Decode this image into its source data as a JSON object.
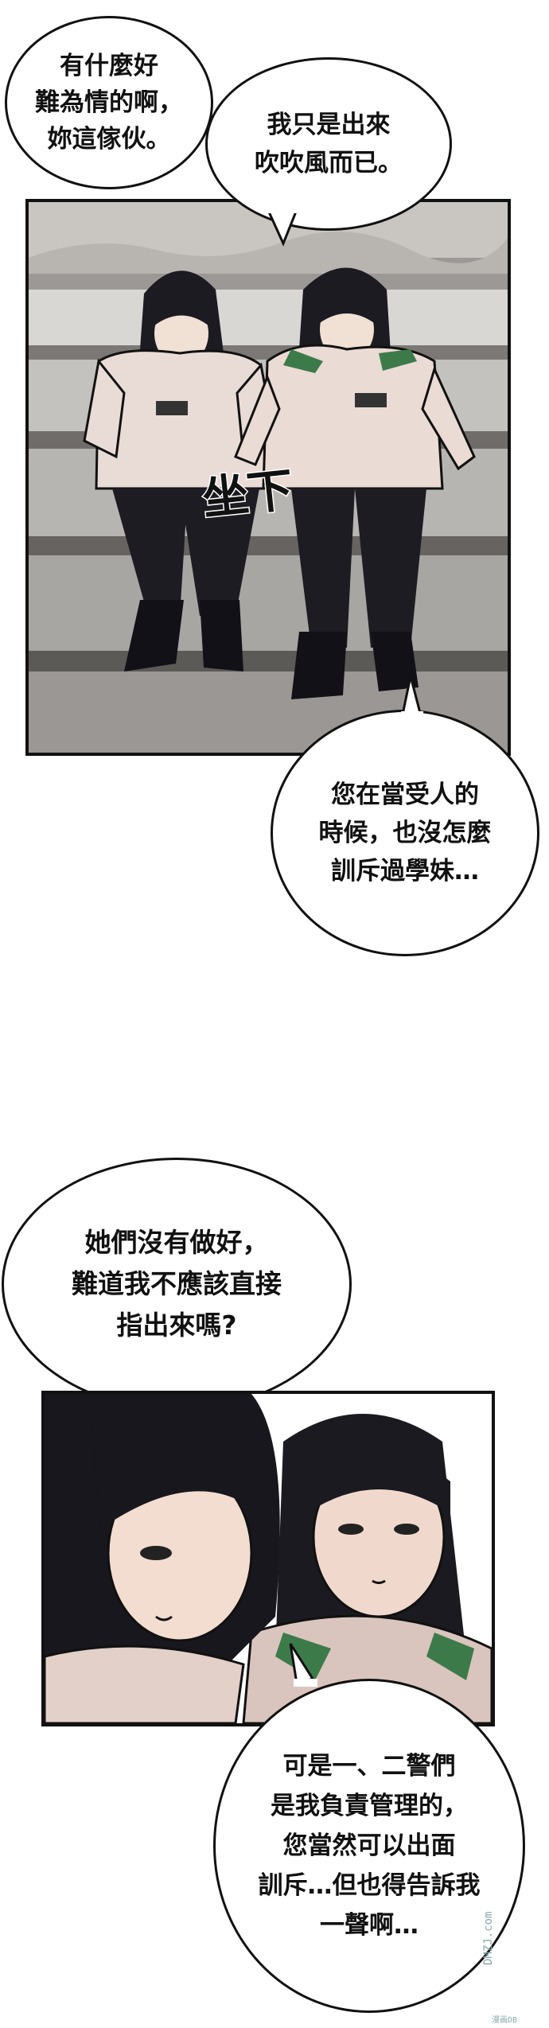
{
  "bubbles": {
    "b1": "有什麼好\n難為情的啊，\n妳這傢伙。",
    "b2": "我只是出來\n吹吹風而已。",
    "b3": "您在當受人的\n時候，也沒怎麼\n訓斥過學妹…",
    "b4": "她們沒有做好，\n難道我不應該直接\n指出來嗎?",
    "b5": "可是一、二警們\n是我負責管理的，\n您當然可以出面\n訓斥…但也得告訴我\n一聲啊…"
  },
  "sfx": {
    "sit": "坐下"
  },
  "watermark": {
    "site": "DMZJ.com",
    "small": "漫画DB"
  }
}
